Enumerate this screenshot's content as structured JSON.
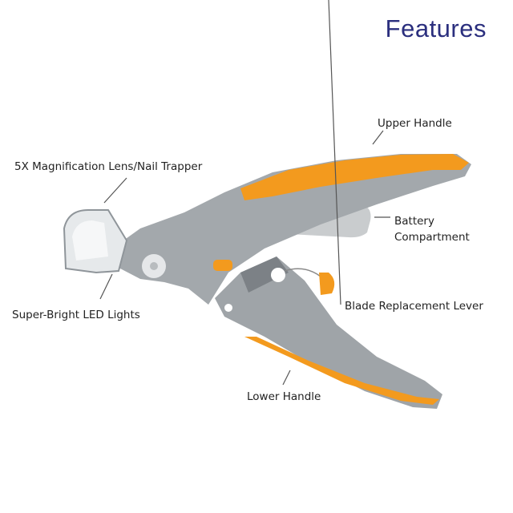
{
  "title": "Features",
  "labels": {
    "upper_handle": "Upper Handle",
    "lens": "5X Magnification Lens/Nail Trapper",
    "battery_line1": "Battery",
    "battery_line2": "Compartment",
    "led": "Super-Bright LED Lights",
    "blade_lever": "Blade Replacement Lever",
    "lower_handle": "Lower Handle"
  },
  "colors": {
    "title": "#2b2f7e",
    "body": "#9ea3a7",
    "accent": "#f39a1e"
  }
}
